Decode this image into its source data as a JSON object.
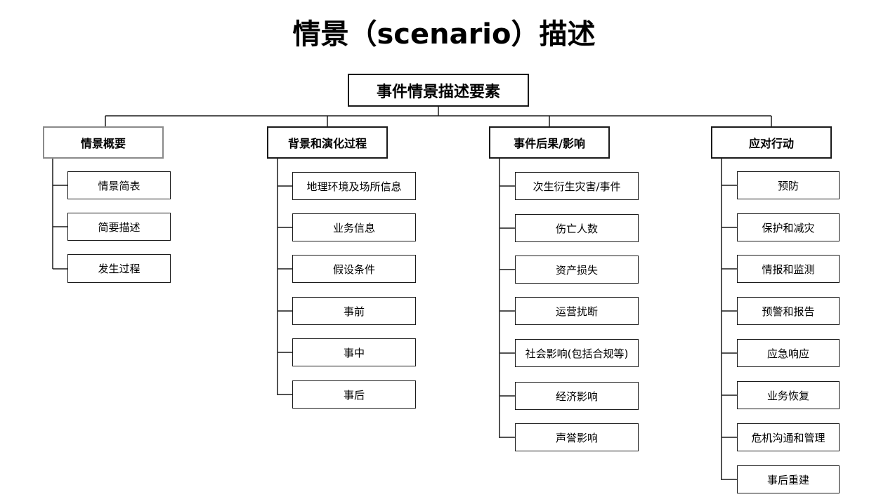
{
  "title": "情景（scenario）描述",
  "root": {
    "label": "事件情景描述要素"
  },
  "categories": [
    {
      "label": "情景概要",
      "items": [
        "情景简表",
        "简要描述",
        "发生过程"
      ]
    },
    {
      "label": "背景和演化过程",
      "items": [
        "地理环境及场所信息",
        "业务信息",
        "假设条件",
        "事前",
        "事中",
        "事后"
      ]
    },
    {
      "label": "事件后果/影响",
      "items": [
        "次生衍生灾害/事件",
        "伤亡人数",
        "资产损失",
        "运营扰断",
        "社会影响(包括合规等)",
        "经济影响",
        "声誉影响"
      ]
    },
    {
      "label": "应对行动",
      "items": [
        "预防",
        "保护和减灾",
        "情报和监测",
        "预警和报告",
        "应急响应",
        "业务恢复",
        "危机沟通和管理",
        "事后重建"
      ]
    }
  ]
}
